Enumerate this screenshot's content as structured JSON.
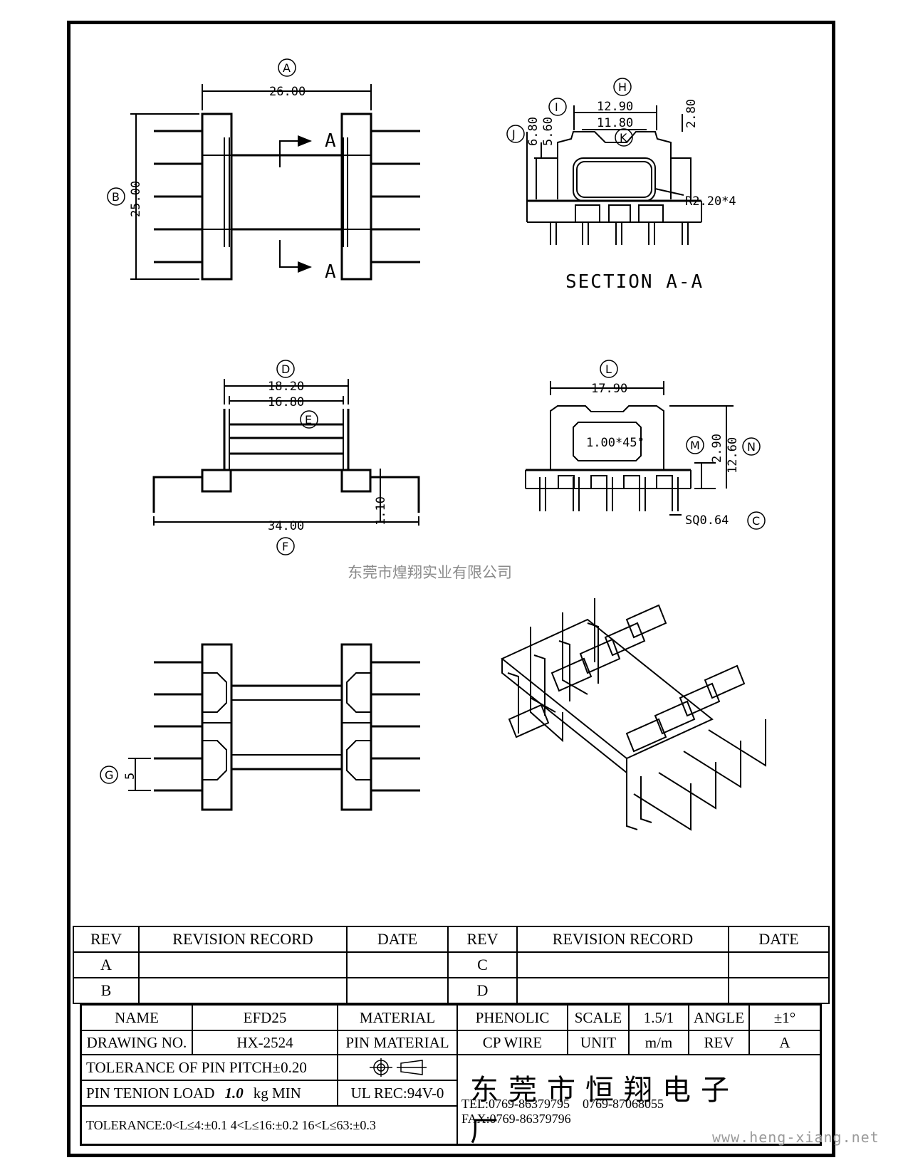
{
  "views": {
    "top": {
      "label_a": "A",
      "dim_a": "26.00",
      "label_b": "B",
      "dim_b": "25.00",
      "section_mark": "A"
    },
    "section": {
      "title": "SECTION A-A",
      "label_h": "H",
      "dim_h": "12.90",
      "label_i": "I",
      "dim_i": "11.80",
      "label_k": "K",
      "label_j": "J",
      "dim_j1": "6.80",
      "dim_j2": "5.60",
      "dim_top": "2.80",
      "radius": "R2.20*4"
    },
    "front": {
      "label_d": "D",
      "dim_d": "18.20",
      "dim_e": "16.80",
      "label_e": "E",
      "label_f": "F",
      "dim_f": "34.00",
      "dim_pin": "1.10"
    },
    "side": {
      "label_l": "L",
      "dim_l": "17.90",
      "chamfer": "1.00*45°",
      "label_m": "M",
      "dim_m": "2.90",
      "label_n": "N",
      "dim_n": "12.60",
      "pin_sq": "SQ0.64",
      "label_c": "C"
    },
    "bottom": {
      "label_g": "G",
      "dim_g": "5"
    }
  },
  "watermark": "东莞市煌翔实业有限公司",
  "revision_table": {
    "headers": [
      "REV",
      "REVISION RECORD",
      "DATE",
      "REV",
      "REVISION RECORD",
      "DATE"
    ],
    "rows": [
      [
        "A",
        "",
        "",
        "C",
        "",
        ""
      ],
      [
        "B",
        "",
        "",
        "D",
        "",
        ""
      ]
    ]
  },
  "title_block": {
    "name_label": "NAME",
    "name_value": "EFD25",
    "material_label": "MATERIAL",
    "material_value": "PHENOLIC",
    "scale_label": "SCALE",
    "scale_value": "1.5/1",
    "angle_label": "ANGLE",
    "angle_value": "±1°",
    "drawing_no_label": "DRAWING NO.",
    "drawing_no_value": "HX-2524",
    "pin_material_label": "PIN MATERIAL",
    "pin_material_value": "CP WIRE",
    "unit_label": "UNIT",
    "unit_value": "m/m",
    "rev_label": "REV",
    "rev_value": "A",
    "pitch_tolerance": "TOLERANCE OF PIN PITCH±0.20",
    "pin_load_prefix": "PIN TENION LOAD",
    "pin_load_value": "1.0",
    "pin_load_suffix": "kg MIN",
    "ul_rec": "UL REC:94V-0",
    "tolerance": "TOLERANCE:0<L≤4:±0.1  4<L≤16:±0.2  16<L≤63:±0.3",
    "company": "东莞市恒翔电子厂",
    "tel": "TEL:0769-86379795    0769-87068055",
    "fax": "FAX:0769-86379796"
  },
  "website": "www.heng-xiang.net"
}
